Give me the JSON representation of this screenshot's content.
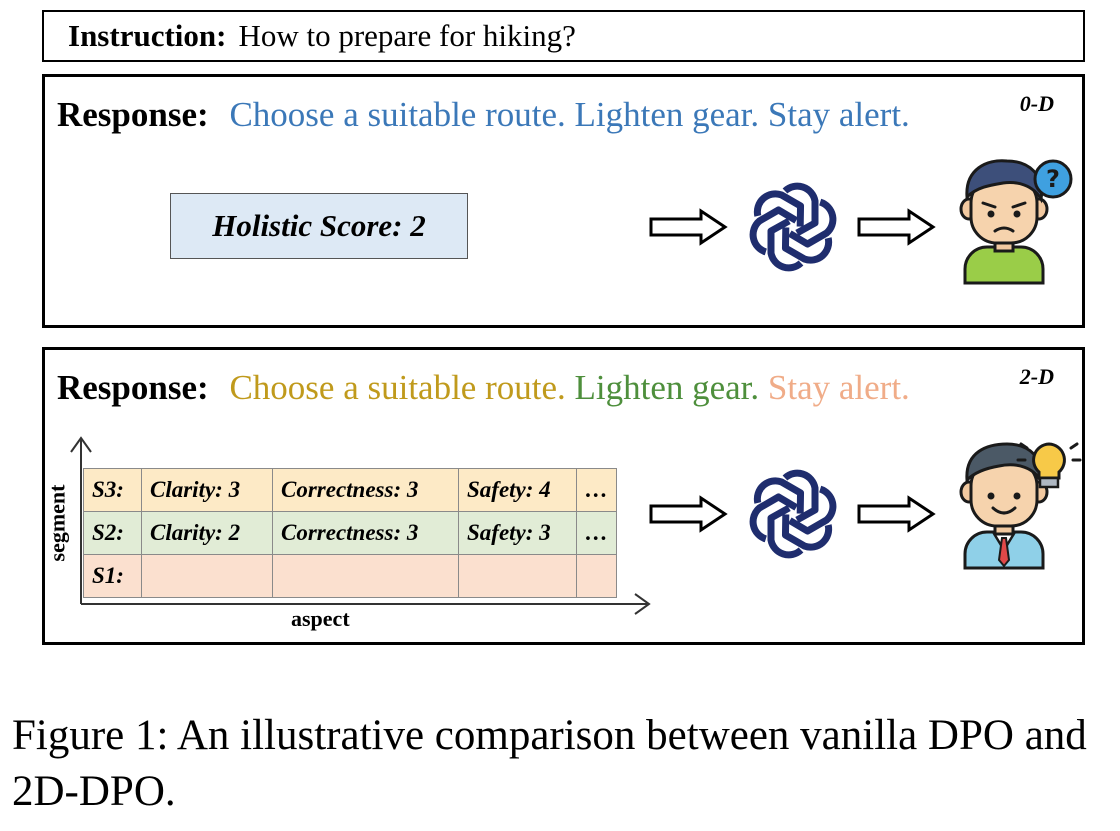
{
  "instruction": {
    "label": "Instruction:",
    "text": "How to prepare for hiking?"
  },
  "panel_0d": {
    "tag": "0-D",
    "response_label": "Response:",
    "segments": [
      {
        "text": "Choose a suitable route.",
        "color": "#3b78b8"
      },
      {
        "text": "Lighten gear.",
        "color": "#3b78b8"
      },
      {
        "text": "Stay alert.",
        "color": "#3b78b8"
      }
    ],
    "score": "Holistic Score: 2",
    "score_bg": "#dde9f5",
    "person_icon": "confused-person-icon",
    "model_icon": "openai-logo-icon",
    "badge_text": "?"
  },
  "panel_2d": {
    "tag": "2-D",
    "response_label": "Response:",
    "segments": [
      {
        "text": "Choose a suitable route.",
        "color": "#c09a1c"
      },
      {
        "text": "Lighten gear.",
        "color": "#4e8f3c"
      },
      {
        "text": "Stay alert.",
        "color": "#f0ac88"
      }
    ],
    "rows": [
      {
        "label": "S3:",
        "cells": [
          "Clarity: 3",
          "Correctness: 3",
          "Safety: 4",
          "…"
        ],
        "color": "#fdeac6"
      },
      {
        "label": "S2:",
        "cells": [
          "Clarity: 2",
          "Correctness: 3",
          "Safety: 3",
          "…"
        ],
        "color": "#e1ecd6"
      },
      {
        "label": "S1:",
        "cells": [
          "",
          "",
          "",
          ""
        ],
        "color": "#fbe0cf"
      }
    ],
    "y_axis_label": "segment",
    "x_axis_label": "aspect",
    "person_icon": "happy-person-idea-icon",
    "model_icon": "openai-logo-icon"
  },
  "caption": "Figure 1: An illustrative comparison between vanilla DPO and 2D-DPO."
}
